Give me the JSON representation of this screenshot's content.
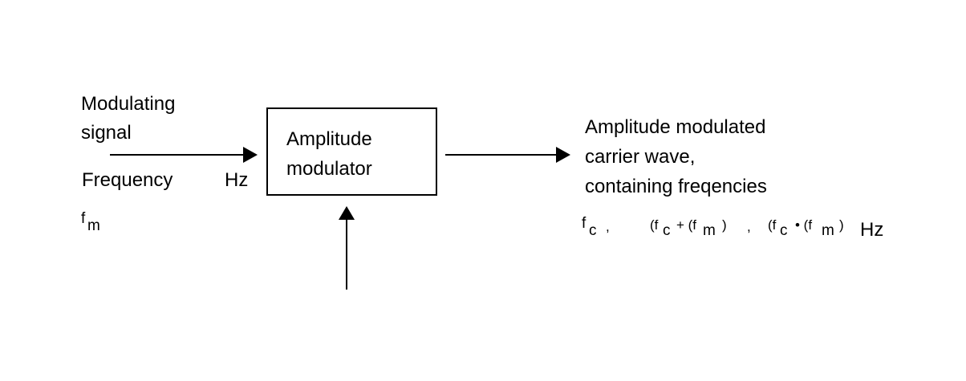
{
  "input": {
    "label_line1": "Modulating",
    "label_line2": "signal",
    "frequency_label": "Frequency",
    "unit": "Hz",
    "symbol_f": "f",
    "symbol_sub": "m"
  },
  "modulator": {
    "line1": "Amplitude",
    "line2": "modulator"
  },
  "output": {
    "line1": "Amplitude modulated",
    "line2": "carrier wave,",
    "line3": "containing freqencies",
    "fc_f": "f",
    "fc_sub": "c",
    "comma1": ",",
    "sum_open": "(f",
    "sum_sub1": "c",
    "sum_op": "+ (f",
    "sum_sub2": "m",
    "sum_close": ")",
    "comma2": ",",
    "diff_open": "(f",
    "diff_sub1": "c",
    "diff_op": "• (f",
    "diff_sub2": "m",
    "diff_close": ")",
    "unit": "Hz"
  }
}
